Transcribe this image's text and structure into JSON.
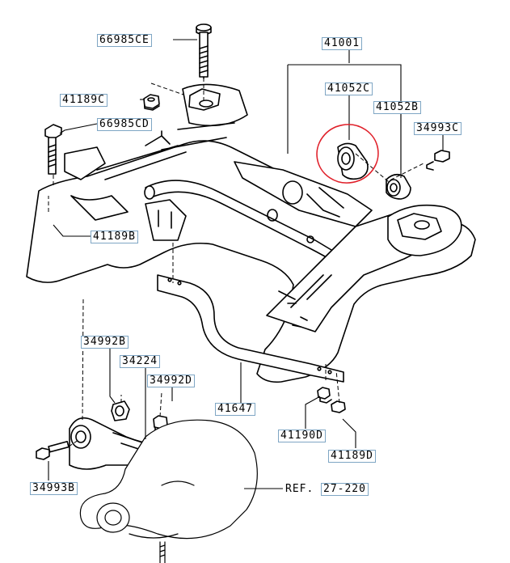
{
  "diagram": {
    "parts": {
      "p66985CE": "66985CE",
      "p41189C": "41189C",
      "p66985CD": "66985CD",
      "p41189B": "41189B",
      "p41001": "41001",
      "p41052C": "41052C",
      "p41052B": "41052B",
      "p34993C": "34993C",
      "p34992B": "34992B",
      "p34224": "34224",
      "p34992D": "34992D",
      "p41647": "41647",
      "p41190D": "41190D",
      "p41189D": "41189D",
      "p34993B": "34993B"
    },
    "reference": {
      "prefix": "REF.",
      "number": "27-220"
    },
    "highlight_color": "#e0202a",
    "label_border_color": "#7fa6c4"
  }
}
